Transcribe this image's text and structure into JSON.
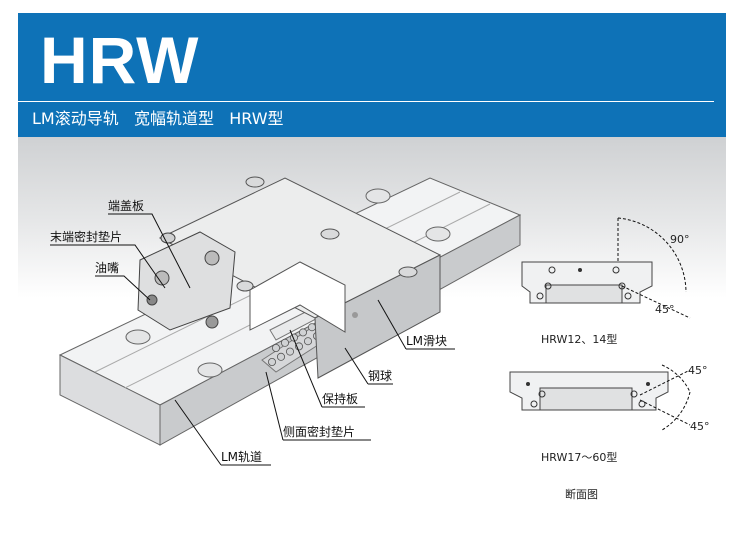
{
  "header": {
    "title": "HRW",
    "subtitle": "LM滚动导轨   宽幅轨道型   HRW型",
    "bg_color": "#0e72b7"
  },
  "labels": {
    "end_plate": "端盖板",
    "end_seal": "末端密封垫片",
    "grease_nipple": "油嘴",
    "lm_block": "LM滑块",
    "balls": "钢球",
    "retainer": "保持板",
    "side_seal": "侧面密封垫片",
    "lm_rail": "LM轨道"
  },
  "sections": {
    "angle_top": "90°",
    "angle_45_a": "45°",
    "small_caption": "HRW12、14型",
    "angle_45_b": "45°",
    "angle_45_c": "45°",
    "large_caption": "HRW17〜60型",
    "caption": "断面图"
  }
}
